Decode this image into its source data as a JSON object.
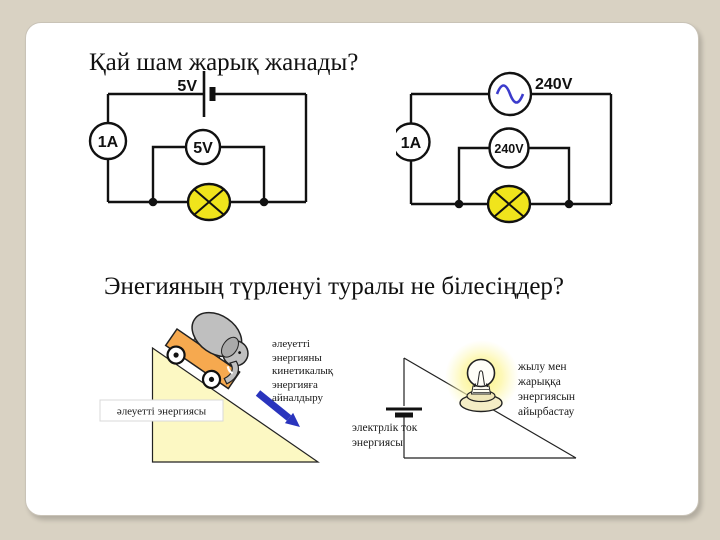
{
  "slide": {
    "title": "Қай шам жарық жанады?",
    "second_question": "Энегияның түрленуі туралы не білесіңдер?"
  },
  "left_circuit": {
    "source_label": "5V",
    "ammeter_label": "1A",
    "voltmeter_label": "5V"
  },
  "right_circuit": {
    "source_label": "240V",
    "ammeter_label": "1A",
    "voltmeter_label": "240V"
  },
  "incline_diagram": {
    "surface_label": "әлеуетті энергиясы",
    "annotation_lines": [
      "әлеуетті",
      "энергияны",
      "кинетикалық",
      "энергияға",
      "айналдыру"
    ]
  },
  "bulb_diagram": {
    "source_label_lines": [
      "электрлік ток",
      "энергиясы"
    ],
    "annotation_lines": [
      "жылу мен",
      "жарыққа",
      "энергиясын",
      "айырбастау"
    ]
  },
  "colors": {
    "background": "#d9d2c3",
    "panel": "#ffffff",
    "lamp_yellow": "#f0e41c",
    "incline_fill": "#fcf8c3",
    "cart_orange": "#f6a94f",
    "arrow_blue": "#2a34bd",
    "sine_blue": "#3c3ccc"
  }
}
